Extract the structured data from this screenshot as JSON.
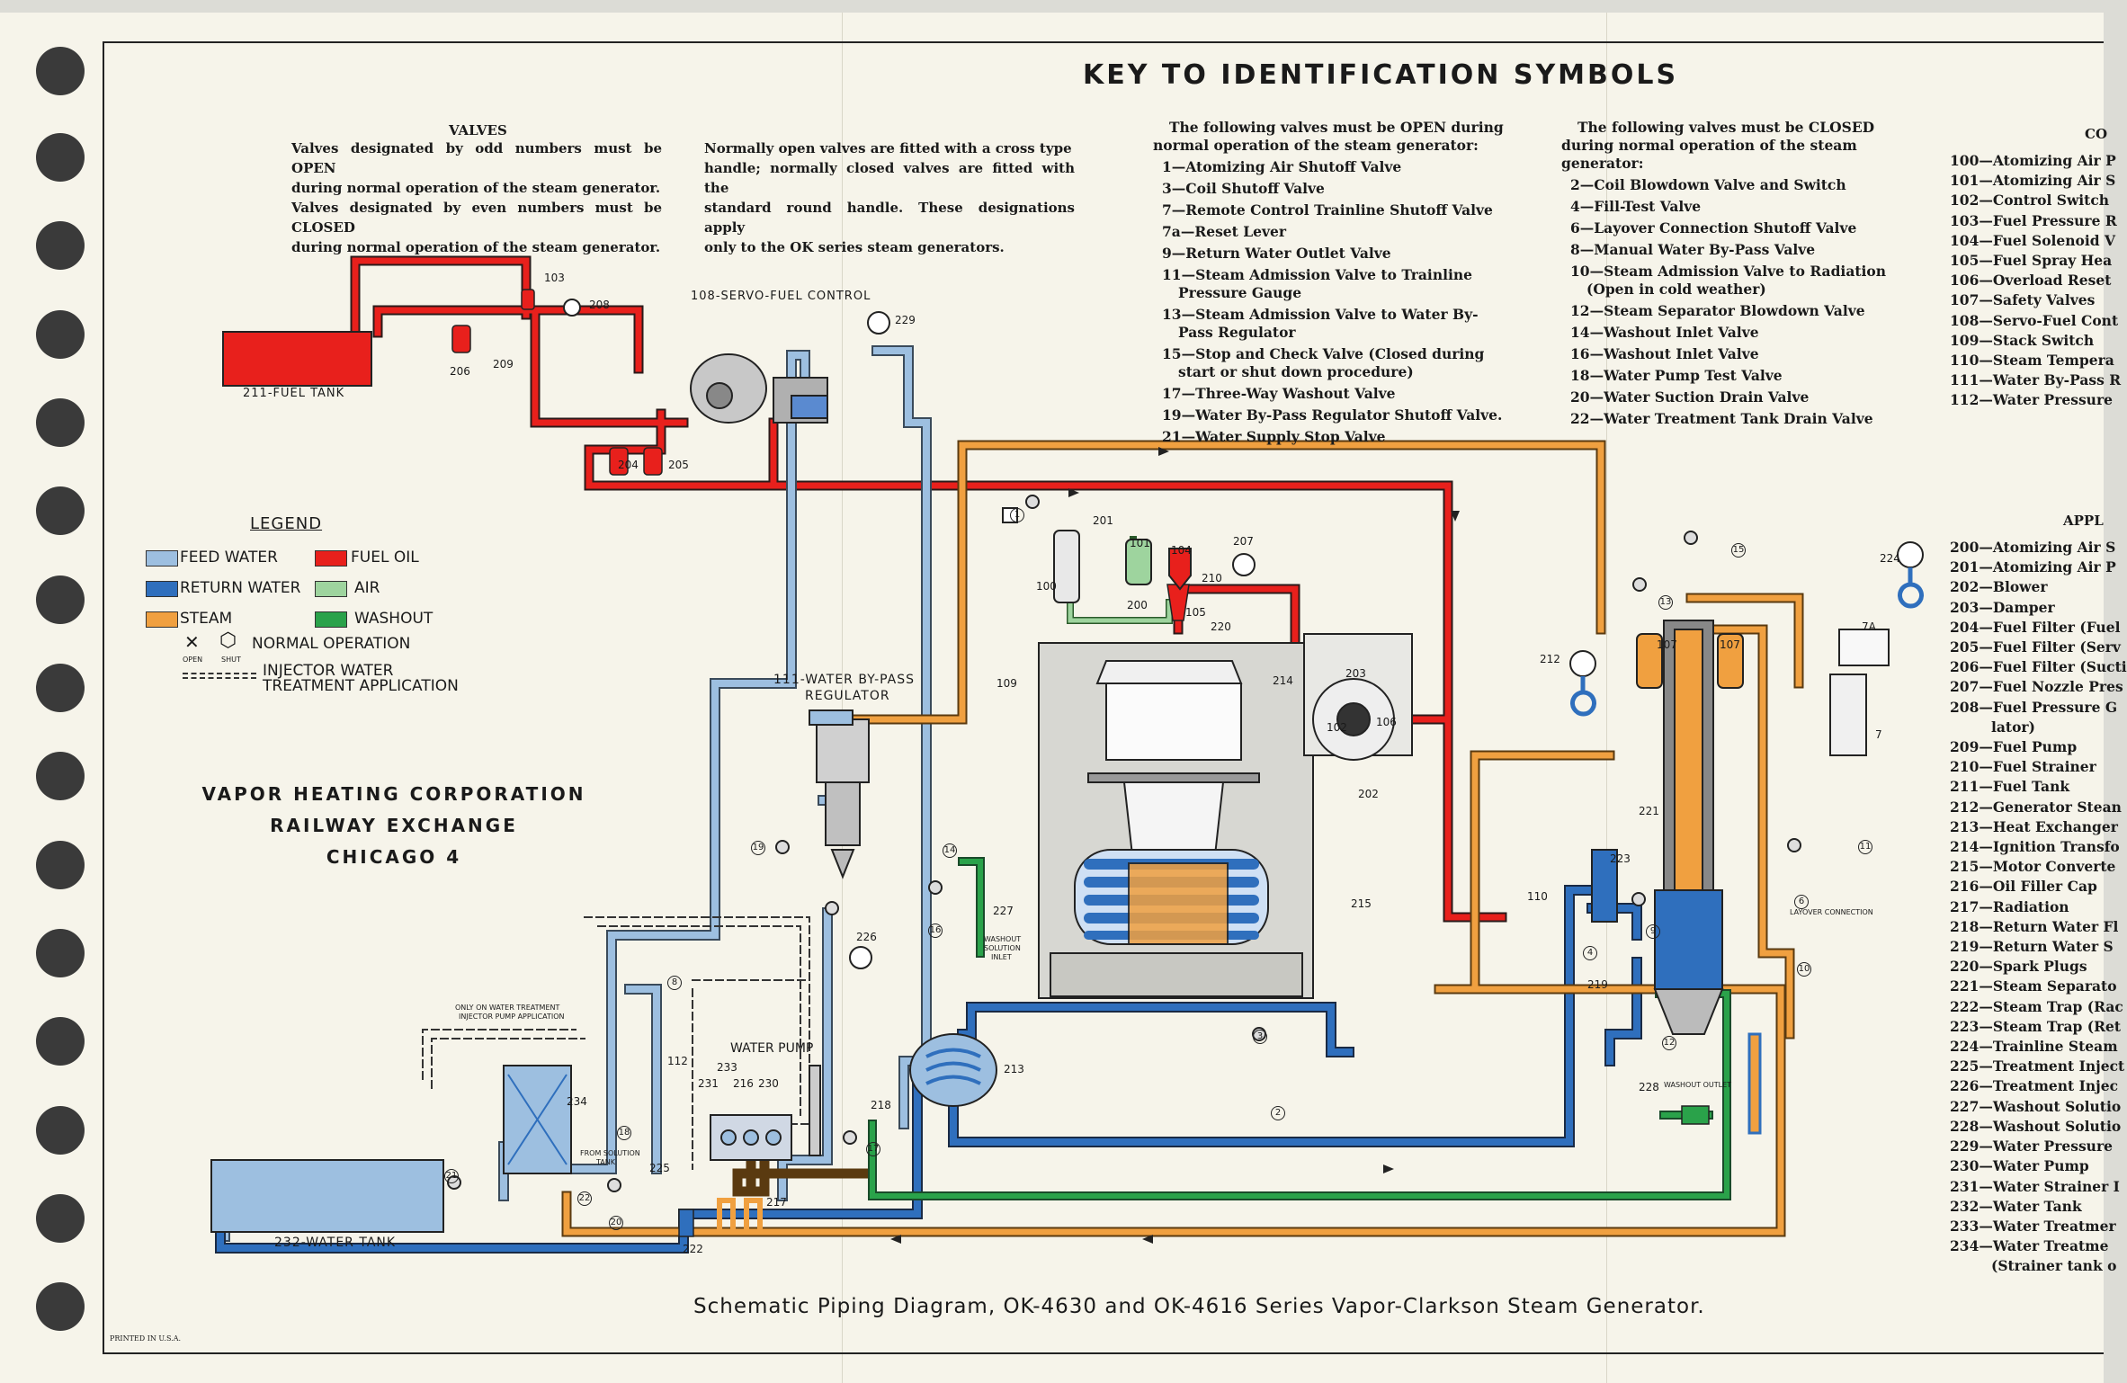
{
  "title": "KEY TO IDENTIFICATION SYMBOLS",
  "valves_note": {
    "heading": "VALVES",
    "lines": [
      "Valves designated by odd numbers must be OPEN",
      "during normal operation of the steam generator.",
      "Valves designated by even numbers must be CLOSED",
      "during normal operation of the steam generator."
    ]
  },
  "handle_note": {
    "lines": [
      "Normally open valves are fitted with a cross type",
      "handle; normally closed valves are fitted with the",
      "standard round handle. These designations apply",
      "only to the OK series steam generators."
    ]
  },
  "open_valves": {
    "intro": "The following valves must be OPEN during normal operation of the steam generator:",
    "items": [
      "1—Atomizing Air Shutoff Valve",
      "3—Coil Shutoff Valve",
      "7—Remote Control Trainline Shutoff Valve",
      "7a—Reset Lever",
      "9—Return Water Outlet Valve",
      "11—Steam Admission Valve to Trainline Pressure Gauge",
      "13—Steam Admission Valve to Water By-Pass Regulator",
      "15—Stop and Check Valve (Closed during start or shut down procedure)",
      "17—Three-Way Washout Valve",
      "19—Water By-Pass Regulator Shutoff Valve.",
      "21—Water Supply Stop Valve"
    ]
  },
  "closed_valves": {
    "intro": "The following valves must be CLOSED during normal operation of the steam generator:",
    "items": [
      "2—Coil Blowdown Valve and Switch",
      "4—Fill-Test Valve",
      "6—Layover Connection Shutoff Valve",
      "8—Manual Water By-Pass Valve",
      "10—Steam Admission Valve to Radiation (Open in cold weather)",
      "12—Steam Separator Blowdown Valve",
      "14—Washout Inlet Valve",
      "16—Washout Inlet Valve",
      "18—Water Pump Test Valve",
      "20—Water Suction Drain Valve",
      "22—Water Treatment Tank Drain Valve"
    ]
  },
  "controls": {
    "heading": "CO",
    "items": [
      "100—Atomizing Air P",
      "101—Atomizing Air S",
      "102—Control Switch",
      "103—Fuel Pressure R",
      "104—Fuel Solenoid V",
      "105—Fuel Spray Hea",
      "106—Overload Reset",
      "107—Safety Valves",
      "108—Servo-Fuel Cont",
      "109—Stack Switch",
      "110—Steam Tempera",
      "111—Water By-Pass R",
      "112—Water Pressure"
    ]
  },
  "appliances": {
    "heading": "APPL",
    "items": [
      "200—Atomizing Air S",
      "201—Atomizing Air P",
      "202—Blower",
      "203—Damper",
      "204—Fuel Filter (Fuel",
      "205—Fuel Filter (Serv",
      "206—Fuel Filter (Sucti",
      "207—Fuel Nozzle Pres",
      "208—Fuel Pressure G",
      "lator)",
      "209—Fuel Pump",
      "210—Fuel Strainer",
      "211—Fuel Tank",
      "212—Generator Stean",
      "213—Heat Exchanger",
      "214—Ignition Transfo",
      "215—Motor Converte",
      "216—Oil Filler Cap",
      "217—Radiation",
      "218—Return Water Fl",
      "219—Return Water S",
      "220—Spark Plugs",
      "221—Steam Separato",
      "222—Steam Trap (Rac",
      "223—Steam Trap (Ret",
      "224—Trainline Steam",
      "225—Treatment Inject",
      "226—Treatment Injec",
      "227—Washout Solutio",
      "228—Washout Solutio",
      "229—Water Pressure",
      "230—Water Pump",
      "231—Water Strainer I",
      "232—Water Tank",
      "233—Water Treatmer",
      "234—Water Treatme",
      "(Strainer tank o"
    ]
  },
  "legend": {
    "heading": "LEGEND",
    "items": [
      {
        "label": "FEED WATER",
        "color": "#9dbfe0"
      },
      {
        "label": "RETURN WATER",
        "color": "#2f6fbd"
      },
      {
        "label": "STEAM",
        "color": "#f0a040"
      },
      {
        "label": "FUEL OIL",
        "color": "#e8201c"
      },
      {
        "label": "AIR",
        "color": "#9ed49e"
      },
      {
        "label": "WASHOUT",
        "color": "#2aa24a"
      }
    ],
    "normal_operation": "NORMAL OPERATION",
    "open": "OPEN",
    "shut": "SHUT",
    "injector": "INJECTOR WATER",
    "injector2": "TREATMENT APPLICATION"
  },
  "company": {
    "line1": "VAPOR HEATING CORPORATION",
    "line2": "RAILWAY EXCHANGE",
    "line3": "CHICAGO 4"
  },
  "labels": {
    "fuel_tank": "211-FUEL TANK",
    "servo": "108-SERVO-FUEL CONTROL",
    "bypass1": "111-WATER BY-PASS",
    "bypass2": "REGULATOR",
    "water_tank": "232-WATER TANK",
    "water_pump": "WATER PUMP",
    "only_on1": "ONLY ON WATER TREATMENT",
    "only_on2": "INJECTOR PUMP APPLICATION",
    "from_solution1": "FROM SOLUTION",
    "from_solution2": "TANK",
    "washout_inlet1": "WASHOUT",
    "washout_inlet2": "SOLUTION",
    "washout_inlet3": "INLET",
    "washout_outlet": "WASHOUT OUTLET",
    "layover": "LAYOVER CONNECTION",
    "printed": "PRINTED IN U.S.A."
  },
  "numbers": {
    "n103": "103",
    "n208": "208",
    "n206": "206",
    "n209": "209",
    "n204": "204",
    "n205": "205",
    "n229": "229",
    "n201": "201",
    "n101": "101",
    "n104": "104",
    "n207": "207",
    "n210": "210",
    "n100": "100",
    "n200": "200",
    "n105": "105",
    "n220": "220",
    "n109": "109",
    "n203": "203",
    "n214": "214",
    "n102": "102",
    "n106": "106",
    "n202": "202",
    "n215": "215",
    "n110": "110",
    "n212": "212",
    "n224": "224",
    "n107a": "107",
    "n107b": "107",
    "n221": "221",
    "n223": "223",
    "n219": "219",
    "n228": "228",
    "n227": "227",
    "n226": "226",
    "n213": "213",
    "n218": "218",
    "n217": "217",
    "n222": "222",
    "n225": "225",
    "n233": "233",
    "n231": "231",
    "n216": "216",
    "n230": "230",
    "n112": "112",
    "n234": "234",
    "n7a": "7A",
    "n7": "7",
    "c1": "1",
    "c2": "2",
    "c3": "3",
    "c4": "4",
    "c6": "6",
    "c8": "8",
    "c9": "9",
    "c10": "10",
    "c11": "11",
    "c12": "12",
    "c13": "13",
    "c14": "14",
    "c15": "15",
    "c16": "16",
    "c17": "17",
    "c18": "18",
    "c19": "19",
    "c20": "20",
    "c21": "21",
    "c22": "22"
  },
  "caption": "Schematic Piping Diagram, OK-4630 and OK-4616 Series Vapor-Clarkson Steam Generator."
}
